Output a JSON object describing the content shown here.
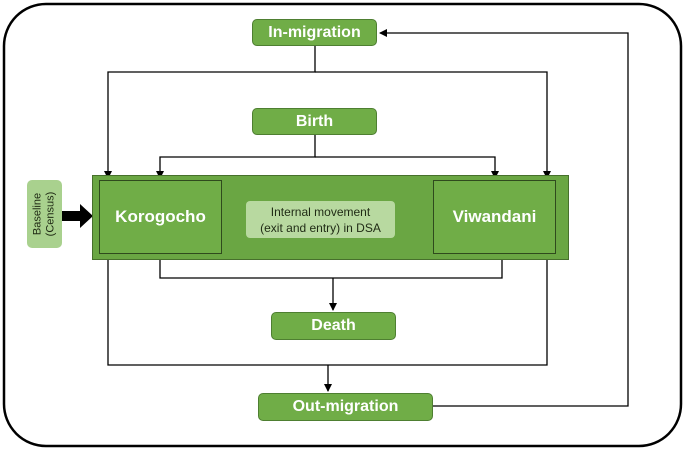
{
  "nodes": {
    "in_migration": "In-migration",
    "birth": "Birth",
    "korogocho": "Korogocho",
    "viwandani": "Viwandani",
    "internal_movement_line1": "Internal movement",
    "internal_movement_line2": "(exit and entry) in DSA",
    "death": "Death",
    "out_migration": "Out-migration",
    "baseline_line1": "Baseline",
    "baseline_line2": "(Census)"
  },
  "colors": {
    "node_green": "#70AD47",
    "container_green": "#6AA643",
    "light_green": "#A9D18E",
    "line": "#000000"
  }
}
